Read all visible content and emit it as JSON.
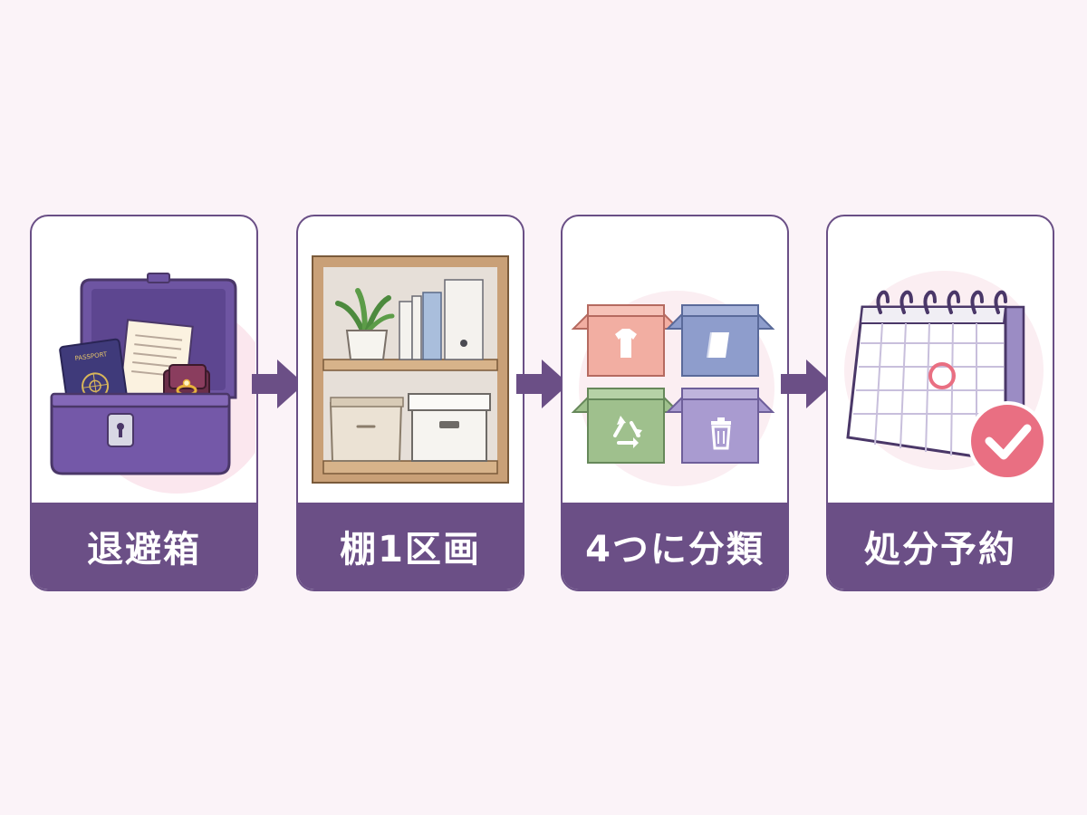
{
  "steps": [
    {
      "label": "退避箱",
      "icon": "lockbox-icon",
      "passport_text": "PASSPORT"
    },
    {
      "label": "棚1区画",
      "icon": "shelf-icon"
    },
    {
      "label": "4つに分類",
      "icon": "sorting-boxes-icon"
    },
    {
      "label": "処分予約",
      "icon": "calendar-check-icon"
    }
  ],
  "colors": {
    "frame": "#6a4f86",
    "label_bg": "#6b4f86",
    "arrow": "#6b4f86",
    "background": "#fbf3f8",
    "box_red": "#f2aea2",
    "box_blue": "#8e9dcc",
    "box_green": "#9fc08d",
    "box_purple": "#a99bd0",
    "check": "#e96f82"
  }
}
